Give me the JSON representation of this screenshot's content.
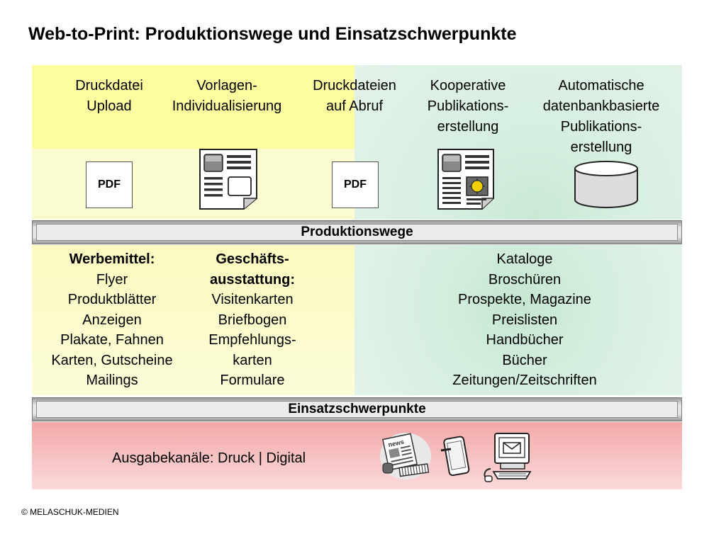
{
  "title": "Web-to-Print: Produktionswege und Einsatzschwerpunkte",
  "columns": [
    {
      "label": [
        "Druckdatei",
        "Upload"
      ]
    },
    {
      "label": [
        "Vorlagen-",
        "Individualisierung"
      ]
    },
    {
      "label": [
        "Druckdateien",
        "auf Abruf"
      ]
    },
    {
      "label": [
        "Kooperative",
        "Publikations-",
        "erstellung"
      ]
    },
    {
      "label": [
        "Automatische",
        "datenbankbasierte",
        "Publikations-",
        "erstellung"
      ]
    }
  ],
  "icons": {
    "pdf_upload": {
      "name": "pdf-file-icon",
      "text": "PDF"
    },
    "template": {
      "name": "document-template-icon"
    },
    "pdf_abruf": {
      "name": "pdf-file-icon",
      "text": "PDF"
    },
    "cooperative": {
      "name": "document-layout-icon"
    },
    "database": {
      "name": "database-icon"
    }
  },
  "bars": {
    "produktionswege": "Produktionswege",
    "einsatzschwerpunkte": "Einsatzschwerpunkte"
  },
  "lists": {
    "werbemittel": {
      "header": "Werbemittel:",
      "items": [
        "Flyer",
        "Produktblätter",
        "Anzeigen",
        "Plakate, Fahnen",
        "Karten, Gutscheine",
        "Mailings"
      ]
    },
    "geschaeftsausstattung": {
      "header": [
        "Geschäfts-",
        "ausstattung:"
      ],
      "items": [
        "Visitenkarten",
        "Briefbogen",
        "Empfehlungs-",
        "karten",
        "Formulare"
      ]
    },
    "publikationen": {
      "items": [
        "Kataloge",
        "Broschüren",
        "Prospekte, Magazine",
        "Preislisten",
        "Handbücher",
        "Bücher",
        "Zeitungen/Zeitschriften"
      ]
    }
  },
  "channels": {
    "text": "Ausgabekanäle: Druck | Digital",
    "icons": [
      "newspaper-icon",
      "tablet-icon",
      "computer-email-icon"
    ],
    "newspaper_label": "news"
  },
  "copyright": "© MELASCHUK-MEDIEN",
  "colors": {
    "yellow": "#fdfda0",
    "green": "#d6efe0",
    "red": "#f2a8a8",
    "bar_gray": "#e6e6e6"
  }
}
